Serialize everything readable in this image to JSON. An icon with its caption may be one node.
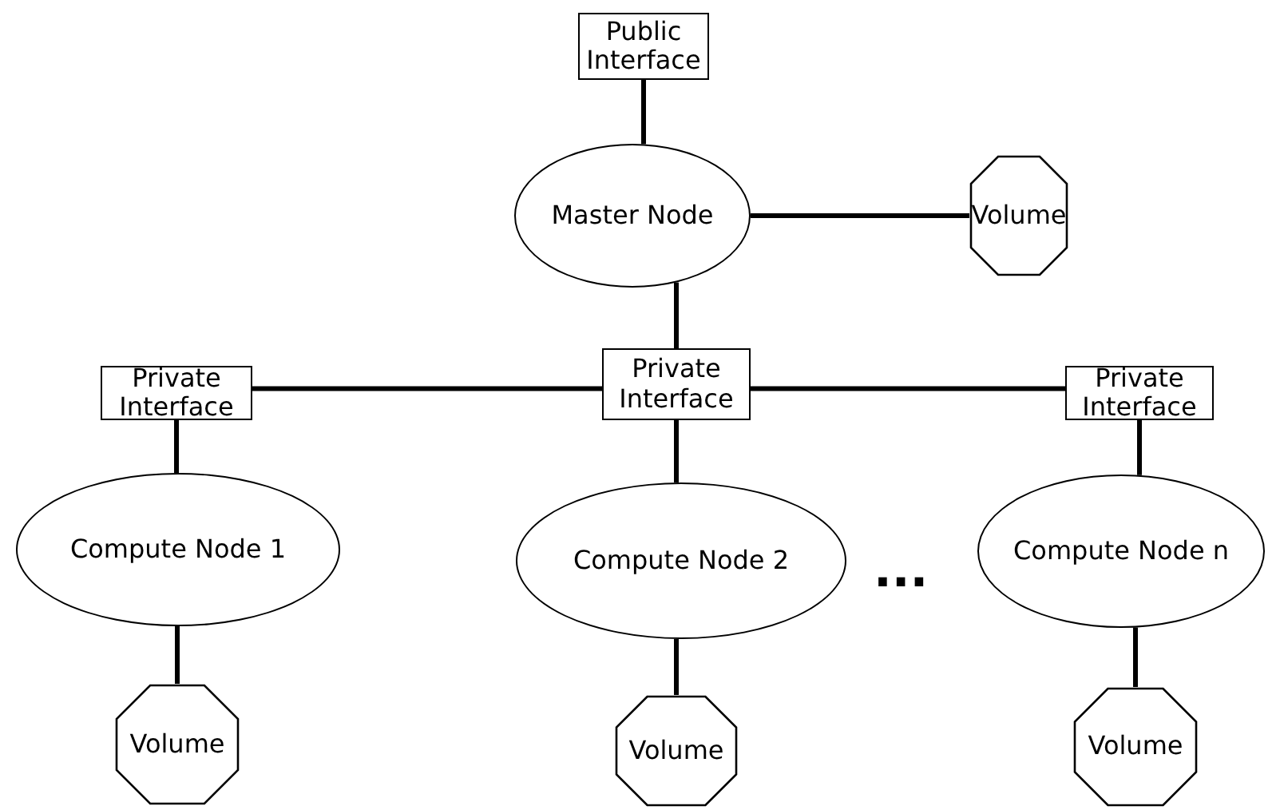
{
  "diagram": {
    "nodes": [
      {
        "text": [
          "Public Interface"
        ]
      },
      {
        "text": [
          "Master Node"
        ]
      },
      {
        "text": [
          "Volume"
        ]
      },
      {
        "text": [
          "Private Interface"
        ]
      },
      {
        "text": [
          "Private Interface"
        ]
      },
      {
        "text": [
          "Private Interface"
        ]
      },
      {
        "text": [
          "Compute Node 1"
        ]
      },
      {
        "text": [
          "Compute Node 2"
        ]
      },
      {
        "text": [
          "Compute Node n"
        ]
      },
      {
        "text": [
          "Volume"
        ]
      },
      {
        "text": [
          "Volume"
        ]
      },
      {
        "text": [
          "Volume"
        ]
      }
    ],
    "edges": [
      {
        "from": 0,
        "to": 1,
        "arrow": "none"
      },
      {
        "from": 1,
        "to": 2,
        "arrow": "none"
      },
      {
        "from": 1,
        "to": 4,
        "arrow": "none"
      },
      {
        "from": 3,
        "to": 4,
        "arrow": "none"
      },
      {
        "from": 4,
        "to": 5,
        "arrow": "none"
      },
      {
        "from": 3,
        "to": 6,
        "arrow": "none"
      },
      {
        "from": 4,
        "to": 7,
        "arrow": "none"
      },
      {
        "from": 5,
        "to": 8,
        "arrow": "none"
      },
      {
        "from": 6,
        "to": 9,
        "arrow": "none"
      },
      {
        "from": 7,
        "to": 10,
        "arrow": "none"
      },
      {
        "from": 8,
        "to": 11,
        "arrow": "none"
      }
    ],
    "labels": [
      "..."
    ]
  }
}
